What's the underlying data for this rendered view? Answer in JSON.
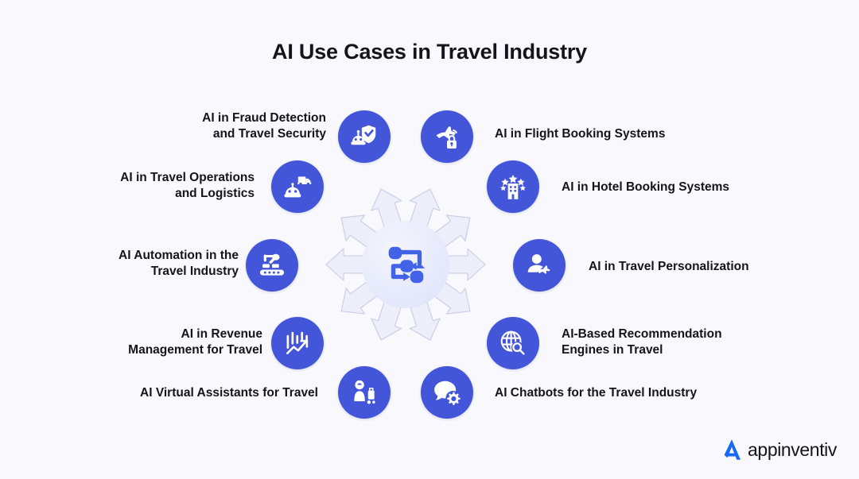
{
  "page": {
    "title": "AI Use Cases in Travel Industry",
    "background_color": "#f8f8fd",
    "accent_color": "#4355d9",
    "text_color": "#15141b"
  },
  "hub": {
    "icon": "workflow-automation-icon",
    "ray_count": 10,
    "ray_fill": "#eceefa",
    "ray_stroke": "#c9cce6"
  },
  "nodes": [
    {
      "id": "fraud-detection",
      "label": "AI in Fraud Detection\nand Travel Security",
      "icon": "robot-shield-icon",
      "side": "left"
    },
    {
      "id": "flight-booking",
      "label": "AI in Flight Booking Systems",
      "icon": "airplane-signal-lock-icon",
      "side": "right"
    },
    {
      "id": "hotel-booking",
      "label": "AI in Hotel Booking Systems",
      "icon": "hotel-stars-icon",
      "side": "right"
    },
    {
      "id": "travel-personalization",
      "label": "AI in Travel Personalization",
      "icon": "person-airplane-icon",
      "side": "right"
    },
    {
      "id": "recommendation-engines",
      "label": "AI-Based Recommendation\nEngines in Travel",
      "icon": "globe-search-icon",
      "side": "right"
    },
    {
      "id": "chatbots",
      "label": "AI Chatbots for the Travel Industry",
      "icon": "chat-gear-icon",
      "side": "right"
    },
    {
      "id": "virtual-assistants",
      "label": "AI Virtual Assistants for Travel",
      "icon": "assistant-luggage-icon",
      "side": "left"
    },
    {
      "id": "revenue-management",
      "label": "AI in Revenue\nManagement for Travel",
      "icon": "chart-trend-icon",
      "side": "left"
    },
    {
      "id": "automation",
      "label": "AI Automation in the\nTravel Industry",
      "icon": "robot-arm-conveyor-icon",
      "side": "left"
    },
    {
      "id": "operations-logistics",
      "label": "AI in Travel Operations\nand Logistics",
      "icon": "robot-truck-icon",
      "side": "left"
    }
  ],
  "brand": {
    "name": "appinventiv",
    "mark": "appinventiv-a-logo",
    "mark_color": "#1668f5"
  }
}
